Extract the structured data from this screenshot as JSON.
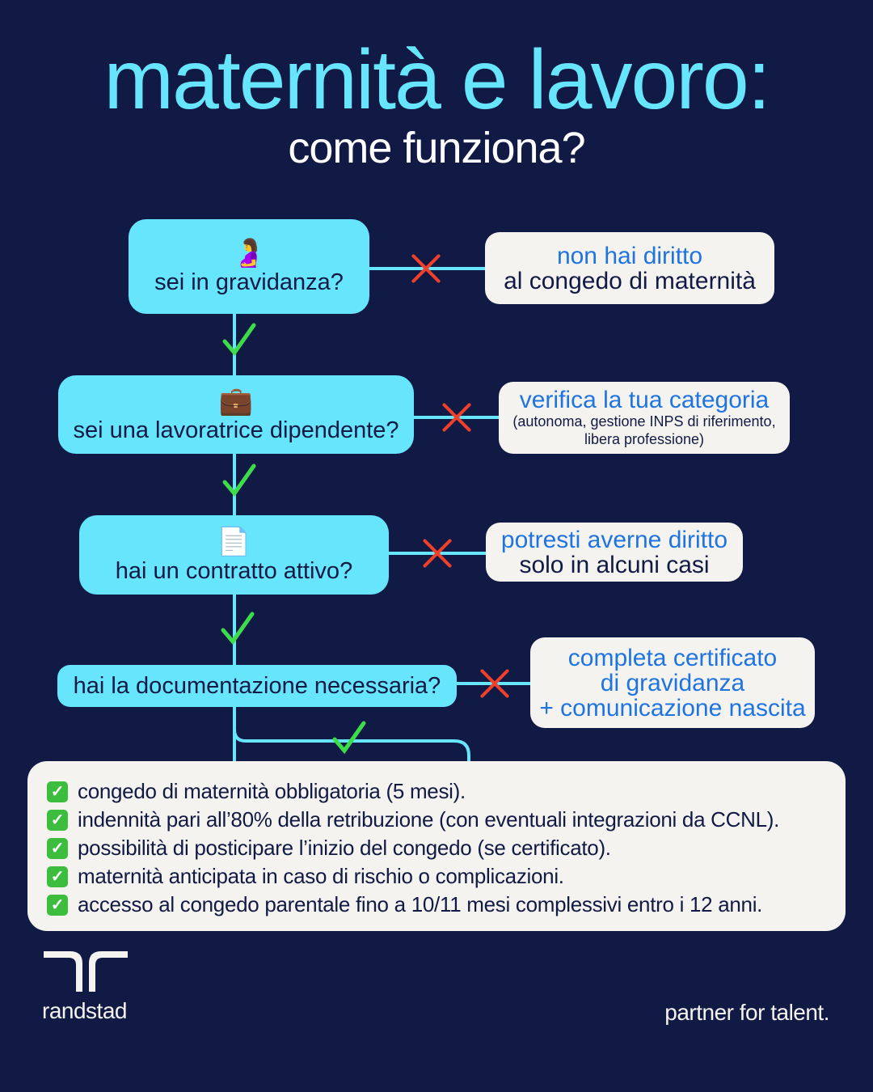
{
  "title": "maternità e lavoro:",
  "subtitle": "come funziona?",
  "questions": [
    {
      "emoji": "🤰",
      "text": "sei in gravidanza?"
    },
    {
      "emoji": "💼",
      "text": "sei una lavoratrice dipendente?"
    },
    {
      "emoji": "📄",
      "text": "hai un contratto attivo?"
    },
    {
      "text": "hai la documentazione necessaria?"
    }
  ],
  "answers": [
    {
      "line1": "non hai diritto",
      "line2": "al congedo di maternità"
    },
    {
      "line1": "verifica la tua categoria",
      "line2": "(autonoma, gestione INPS di riferimento,",
      "line3": "libera professione)"
    },
    {
      "line1": "potresti averne diritto",
      "line2": "solo in alcuni casi"
    },
    {
      "line1": "completa certificato",
      "line2": "di gravidanza",
      "line3": "+ comunicazione nascita"
    }
  ],
  "results": [
    "congedo di maternità obbligatoria (5 mesi).",
    "indennità pari all’80% della retribuzione (con eventuali integrazioni da CCNL).",
    "possibilità di posticipare l’inizio del congedo (se certificato).",
    "maternità anticipata in caso di rischio o complicazioni.",
    "accesso al congedo parentale fino a 10/11 mesi complessivi entro i 12 anni."
  ],
  "check_glyph": "✓",
  "logo_text": "randstad",
  "tagline": "partner for talent.",
  "colors": {
    "background": "#111a44",
    "accent": "#67e5fd",
    "no": "#f0402a",
    "yes": "#3ddc4a",
    "answer_blue": "#1f74e0"
  }
}
